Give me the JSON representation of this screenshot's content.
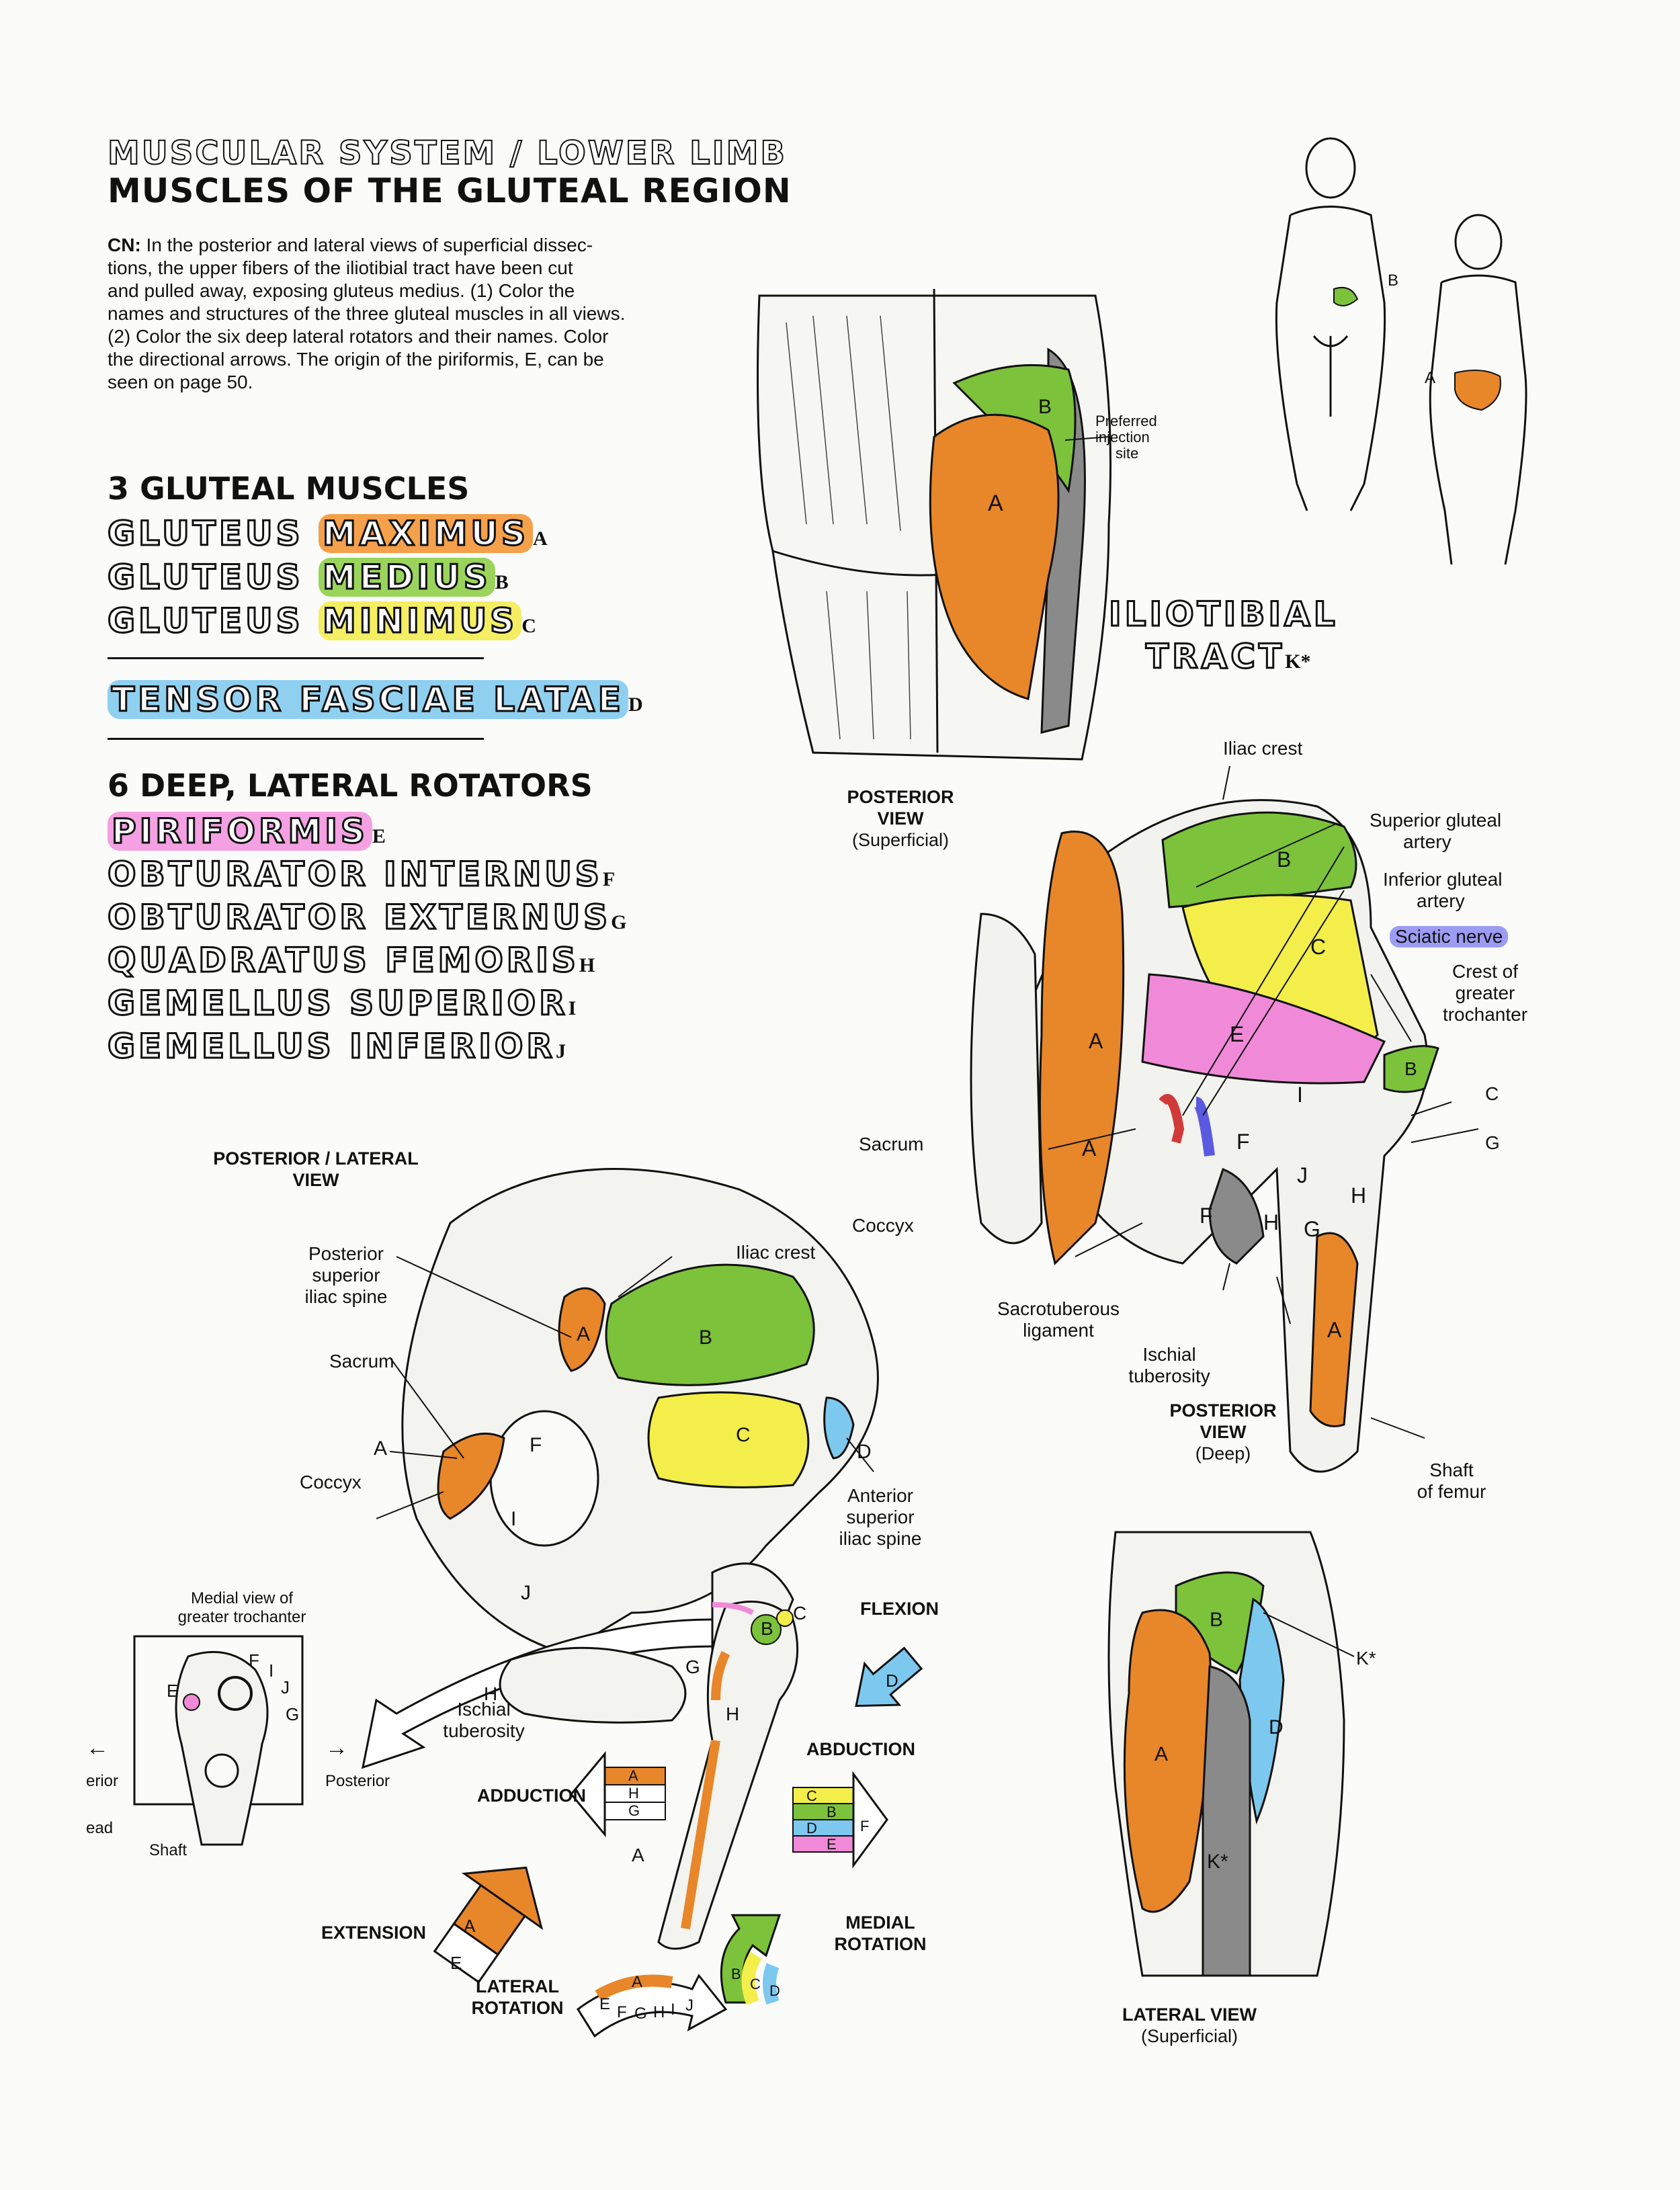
{
  "header": {
    "line1": "MUSCULAR SYSTEM / LOWER LIMB",
    "line2": "MUSCLES OF THE GLUTEAL REGION"
  },
  "instructions": {
    "lead": "CN:",
    "lines": [
      "In the posterior and lateral views of superficial dissec-",
      "tions, the upper fibers of the iliotibial tract have been cut",
      "and pulled away, exposing gluteus medius. (1) Color the",
      "names and structures of the three gluteal muscles in all views.",
      "(2) Color the six deep lateral rotators and their names. Color",
      "the directional arrows. The origin of the piriformis, E, can be",
      "seen on page 50."
    ]
  },
  "colors": {
    "maximus": "#e8862a",
    "medius": "#7cc23a",
    "minimus": "#f3ee4a",
    "tensor": "#7cc8ee",
    "piriformis": "#f08ad8",
    "itract": "#8a8a8a",
    "nerve": "#8f8ff0",
    "artery": "#d23a3a"
  },
  "gluteal": {
    "heading": "3 GLUTEAL MUSCLES",
    "rows": [
      {
        "word1": "GLUTEUS",
        "word2": "MAXIMUS",
        "tag": "A"
      },
      {
        "word1": "GLUTEUS",
        "word2": "MEDIUS",
        "tag": "B"
      },
      {
        "word1": "GLUTEUS",
        "word2": "MINIMUS",
        "tag": "C"
      }
    ]
  },
  "tensor": {
    "text": "TENSOR FASCIAE LATAE",
    "tag": "D"
  },
  "rotators": {
    "heading": "6 DEEP, LATERAL ROTATORS",
    "rows": [
      {
        "name": "PIRIFORMIS",
        "tag": "E"
      },
      {
        "name": "OBTURATOR INTERNUS",
        "tag": "F"
      },
      {
        "name": "OBTURATOR EXTERNUS",
        "tag": "G"
      },
      {
        "name": "QUADRATUS FEMORIS",
        "tag": "H"
      },
      {
        "name": "GEMELLUS SUPERIOR",
        "tag": "I"
      },
      {
        "name": "GEMELLUS INFERIOR",
        "tag": "J"
      }
    ]
  },
  "iliotibial": {
    "line1": "ILIOTIBIAL",
    "line2": "TRACT",
    "tag": "K*"
  },
  "posterior_superficial": {
    "title": "POSTERIOR",
    "title2": "VIEW",
    "subtitle": "(Superficial)",
    "injection": [
      "Preferred",
      "injection",
      "site"
    ]
  },
  "posterior_deep": {
    "title": "POSTERIOR",
    "title2": "VIEW",
    "subtitle": "(Deep)",
    "labels": {
      "iliac_crest": "Iliac crest",
      "sup_gluteal": "Superior gluteal",
      "artery": "artery",
      "inf_gluteal": "Inferior gluteal",
      "artery2": "artery",
      "sciatic": "Sciatic nerve",
      "crest_of": "Crest of",
      "greater": "greater",
      "trochanter": "trochanter",
      "sacrum": "Sacrum",
      "coccyx": "Coccyx",
      "sacrotuberous": "Sacrotuberous",
      "ligament": "ligament",
      "ischial": "Ischial",
      "tuberosity": "tuberosity",
      "shaft": "Shaft",
      "of_femur": "of femur"
    }
  },
  "post_lateral": {
    "title": "POSTERIOR / LATERAL",
    "title2": "VIEW",
    "labels": {
      "psis1": "Posterior",
      "psis2": "superior",
      "psis3": "iliac spine",
      "iliac_crest": "Iliac crest",
      "sacrum": "Sacrum",
      "coccyx": "Coccyx",
      "asis1": "Anterior",
      "asis2": "superior",
      "asis3": "iliac spine",
      "ischial1": "Ischial",
      "ischial2": "tuberosity"
    }
  },
  "medial_inset": {
    "title1": "Medial view of",
    "title2": "greater trochanter",
    "anterior": "erior",
    "posterior": "Posterior",
    "head": "ead",
    "shaft": "Shaft"
  },
  "actions": {
    "flexion": "FLEXION",
    "abduction": "ABDUCTION",
    "adduction": "ADDUCTION",
    "extension": "EXTENSION",
    "medial_rotation": [
      "MEDIAL",
      "ROTATION"
    ],
    "lateral_rotation": [
      "LATERAL",
      "ROTATION"
    ]
  },
  "lateral_view": {
    "title": "LATERAL VIEW",
    "subtitle": "(Superficial)"
  }
}
